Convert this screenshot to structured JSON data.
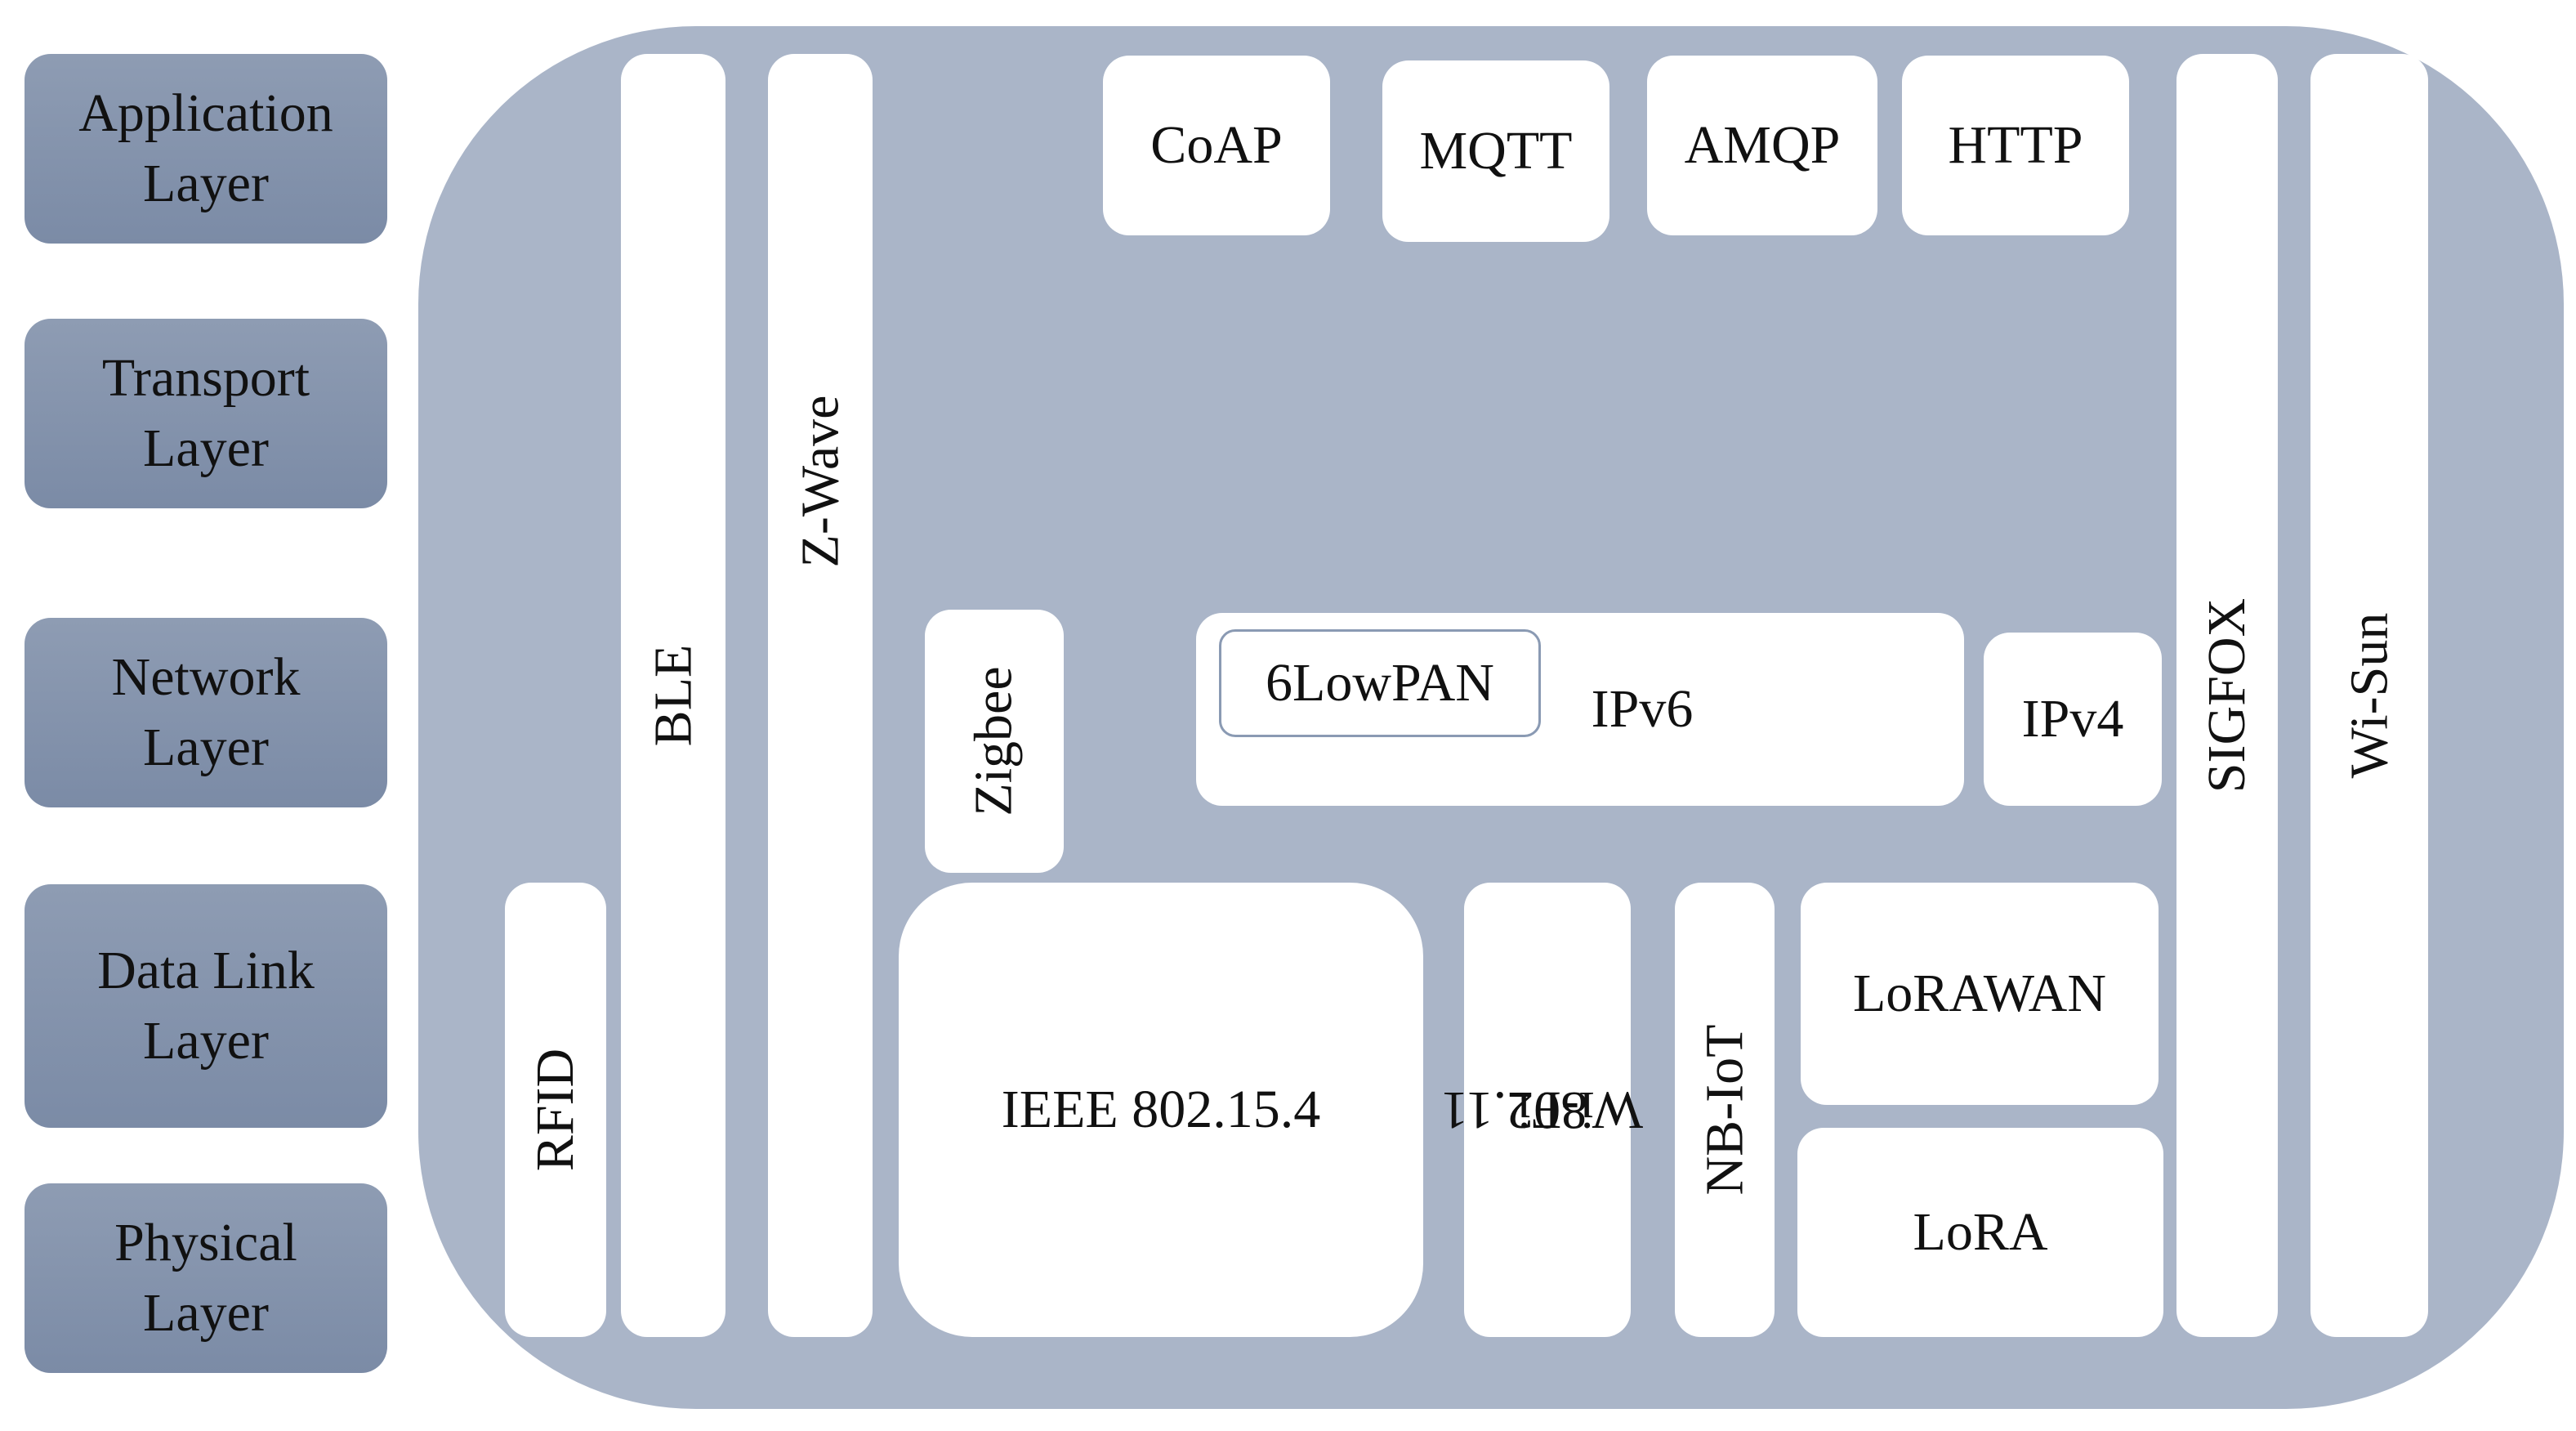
{
  "layers": [
    {
      "id": "application",
      "lines": [
        "Application",
        "Layer"
      ]
    },
    {
      "id": "transport",
      "lines": [
        "Transport",
        "Layer"
      ]
    },
    {
      "id": "network",
      "lines": [
        "Network",
        "Layer"
      ]
    },
    {
      "id": "datalink",
      "lines": [
        "Data Link",
        "Layer"
      ]
    },
    {
      "id": "physical",
      "lines": [
        "Physical",
        "Layer"
      ]
    }
  ],
  "protocols": {
    "rfid": "RFID",
    "ble": "BLE",
    "zwave": "Z-Wave",
    "coap": "CoAP",
    "mqtt": "MQTT",
    "amqp": "AMQP",
    "http": "HTTP",
    "sigfox": "SIGFOX",
    "wisun": "Wi-Sun",
    "zigbee": "Zigbee",
    "sixlowpan": "6LowPAN",
    "ipv6": "IPv6",
    "ipv4": "IPv4",
    "ieee802154": "IEEE 802.15.4",
    "wifi_line1": "802.11",
    "wifi_line2": "Wi-Fi",
    "nbiot": "NB-IoT",
    "lorawan": "LoRAWAN",
    "lora": "LoRA"
  },
  "colors": {
    "layer_box": "#8290aa",
    "stack_background": "#aab5c8",
    "protocol_box": "#ffffff",
    "badge_border": "#8a9ab3"
  }
}
